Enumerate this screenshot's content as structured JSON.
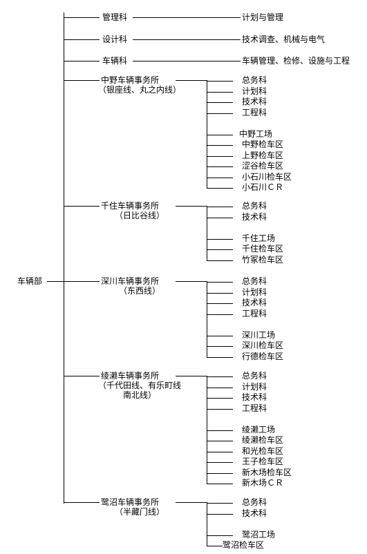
{
  "root": "车辆部",
  "colors": {
    "line": "#000000",
    "text": "#000000",
    "background": "#ffffff"
  },
  "sections": [
    {
      "name": "管理科",
      "duties": [
        "计划与管理"
      ]
    },
    {
      "name": "设计科",
      "duties": [
        "技术调查、机械与电气"
      ]
    },
    {
      "name": "车辆科",
      "duties": [
        "车辆管理、检修、设施与工程"
      ]
    },
    {
      "name": "中野车辆事务所",
      "lines": [
        "（银座线、丸之内线）"
      ],
      "units": [
        "总务科",
        "计划科",
        "技术科",
        "工程科",
        "",
        "中野工场",
        "中野检车区",
        "上野检车区",
        "涩谷检车区",
        "小石川检车区",
        "小石川ＣＲ"
      ]
    },
    {
      "name": "千住车辆事务所",
      "lines": [
        "（日比谷线）"
      ],
      "units": [
        "总务科",
        "技术科",
        "",
        "千住工场",
        "千住检车区",
        "竹冢检车区"
      ]
    },
    {
      "name": "深川车辆事务所",
      "lines": [
        "（东西线）"
      ],
      "units": [
        "总务科",
        "计划科",
        "技术科",
        "工程科",
        "",
        "深川工场",
        "深川检车区",
        "行德检车区"
      ]
    },
    {
      "name": "绫濑车辆事务所",
      "lines": [
        "（千代田线、有乐町线",
        "南北线）"
      ],
      "units": [
        "总务科",
        "计划科",
        "技术科",
        "工程科",
        "",
        "绫濑工场",
        "绫濑检车区",
        "和光检车区",
        "王子检车区",
        "新木场检车区",
        "新木场ＣＲ"
      ]
    },
    {
      "name": "鹭沼车辆事务所",
      "lines": [
        "（半藏门线）"
      ],
      "units": [
        "总务科",
        "技术科",
        "",
        "鹭沼工场",
        "鹭沼检车区"
      ]
    }
  ]
}
